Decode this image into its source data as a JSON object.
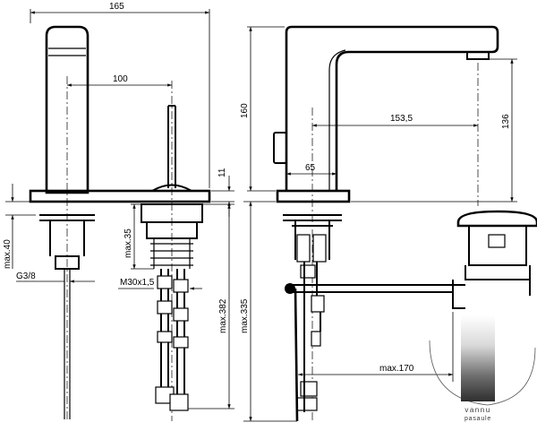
{
  "dimensions": {
    "overall_width": "165",
    "spout_to_lever": "100",
    "deck_thickness": "11",
    "shank_below": "max.40",
    "thread_size": "G3/8",
    "mount_depth": "max.35",
    "mount_thread": "M30x1,5",
    "hose_length": "max.382",
    "height": "160",
    "reach": "153,5",
    "spout_clearance": "136",
    "base_offset": "65",
    "below_deck": "max.335",
    "waste_reach": "max.170"
  },
  "logo": {
    "line1": "vannu",
    "line2": "pasaule"
  },
  "colors": {
    "line": "#000000",
    "logo_dark": "#3a3a3a",
    "logo_light": "#cfcfcf"
  }
}
